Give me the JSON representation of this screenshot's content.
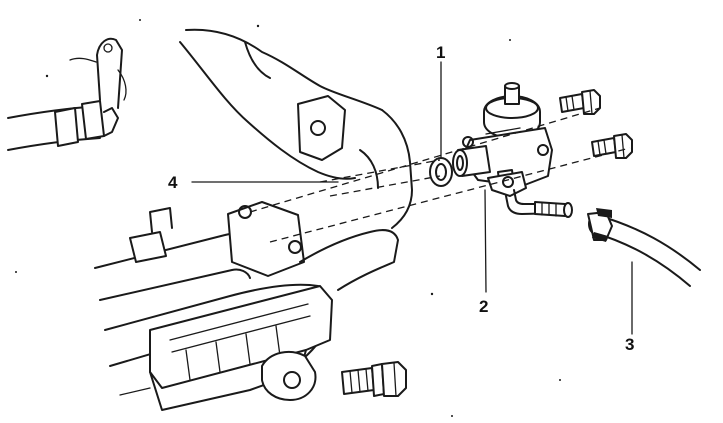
{
  "callouts": [
    {
      "id": "1",
      "label": "1"
    },
    {
      "id": "2",
      "label": "2"
    },
    {
      "id": "3",
      "label": "3"
    },
    {
      "id": "4",
      "label": "4"
    }
  ],
  "colors": {
    "ink": "#1a1a1a",
    "background": "#ffffff",
    "shade": "#d9d9d9"
  }
}
